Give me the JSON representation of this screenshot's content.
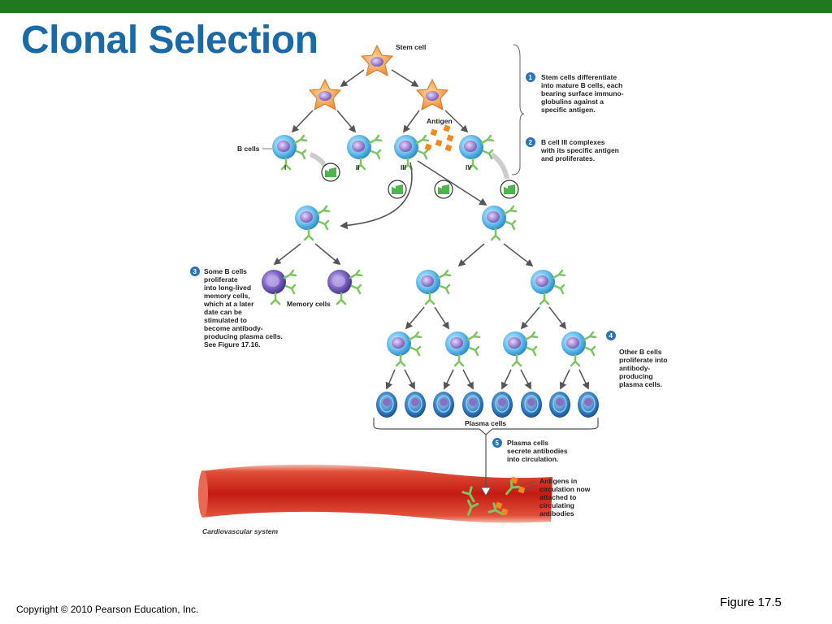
{
  "slide": {
    "title": "Clonal Selection",
    "copyright": "Copyright © 2010 Pearson Education, Inc.",
    "figure_label": "Figure 17.5"
  },
  "diagram": {
    "labels": {
      "stem_cell": "Stem cell",
      "antigen": "Antigen",
      "b_cells": "B cells",
      "memory_cells": "Memory cells",
      "plasma_cells": "Plasma cells",
      "cardiovascular_system": "Cardiovascular system",
      "roman": [
        "I",
        "II",
        "III",
        "IV"
      ]
    },
    "steps": [
      {
        "num": "1",
        "lines": [
          "Stem cells differentiate",
          "into mature B cells, each",
          "bearing surface immuno-",
          "globulins against a",
          "specific antigen."
        ]
      },
      {
        "num": "2",
        "lines": [
          "B cell III complexes",
          "with its specific antigen",
          "and proliferates."
        ]
      },
      {
        "num": "3",
        "lines": [
          "Some B cells",
          "proliferate",
          "into long-lived",
          "memory cells,",
          "which at a later",
          "date can be",
          "stimulated to",
          "become antibody-",
          "producing plasma cells.",
          "See Figure 17.16."
        ]
      },
      {
        "num": "4",
        "lines": [
          "Other B cells",
          "proliferate into",
          "antibody-",
          "producing",
          "plasma cells."
        ]
      },
      {
        "num": "5",
        "lines": [
          "Plasma cells",
          "secrete antibodies",
          "into circulation."
        ]
      }
    ],
    "antigen_note": [
      "Antigens in",
      "circulation now",
      "attached to",
      "circulating",
      "antibodies"
    ]
  },
  "colors": {
    "title": "#1b6aa8",
    "top_bar": "#1f7a1f",
    "b_cell": "#5bb8e8",
    "nucleus": "#8a6fc0",
    "antibody": "#8ccc6e",
    "stem_cell": "#f0a050",
    "antigen": "#f08a20",
    "plasma_cell": "#3a86c8",
    "vessel": "#c0201a",
    "step_circle": "#2a73b8"
  }
}
